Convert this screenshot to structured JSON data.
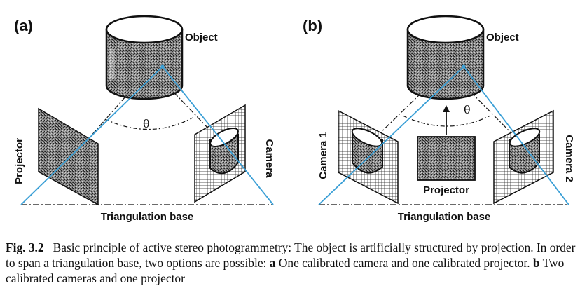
{
  "panels": [
    {
      "label": "(a)",
      "object_label": "Object",
      "angle_label": "θ",
      "projector_label": "Projector",
      "camera_label": "Camera",
      "base_label": "Triangulation base"
    },
    {
      "label": "(b)",
      "object_label": "Object",
      "angle_label": "θ",
      "camera1_label": "Camera 1",
      "camera2_label": "Camera 2",
      "projector_label": "Projector",
      "base_label": "Triangulation base"
    }
  ],
  "caption": {
    "fig_number": "Fig. 3.2",
    "text_1": "Basic principle of active stereo photogrammetry: The object is artificially structured by projection. In order to span a triangulation base, two options are possible:",
    "option_a_letter": "a",
    "option_a_text": "One calibrated camera and one calibrated projector.",
    "option_b_letter": "b",
    "option_b_text": "Two calibrated cameras and one projector"
  },
  "colors": {
    "ray": "#3a9fd6",
    "ink": "#111111",
    "pattern_dark": "#5a5a5a"
  }
}
